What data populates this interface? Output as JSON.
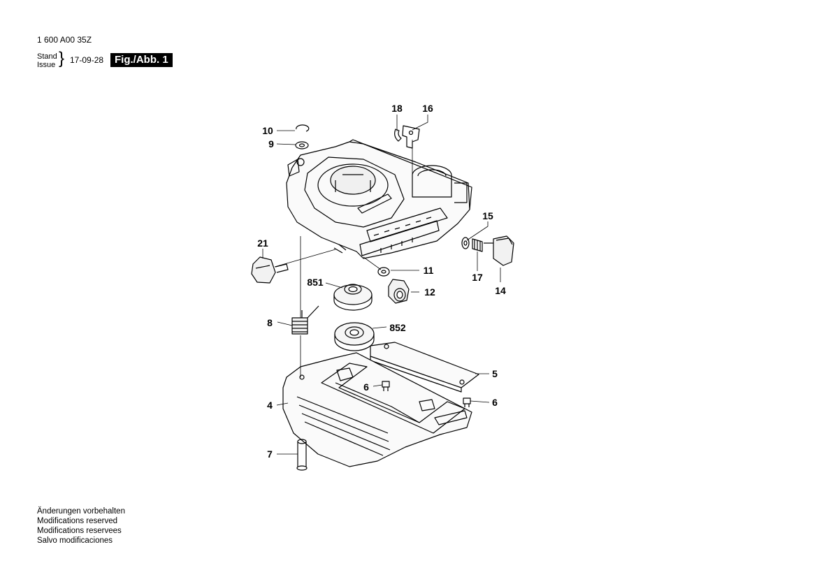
{
  "header": {
    "doc_number": "1 600 A00 35Z",
    "stand_label": "Stand",
    "issue_label": "Issue",
    "date": "17-09-28",
    "fig_label": "Fig./Abb. 1"
  },
  "notes": [
    "Änderungen vorbehalten",
    "Modifications reserved",
    "Modifications reservees",
    "Salvo modificaciones"
  ],
  "callouts": {
    "c18": "18",
    "c16": "16",
    "c10": "10",
    "c9": "9",
    "c15": "15",
    "c21": "21",
    "c11": "11",
    "c851": "851",
    "c12": "12",
    "c17": "17",
    "c14": "14",
    "c8": "8",
    "c852": "852",
    "c5": "5",
    "c6a": "6",
    "c6b": "6",
    "c4": "4",
    "c7": "7"
  }
}
